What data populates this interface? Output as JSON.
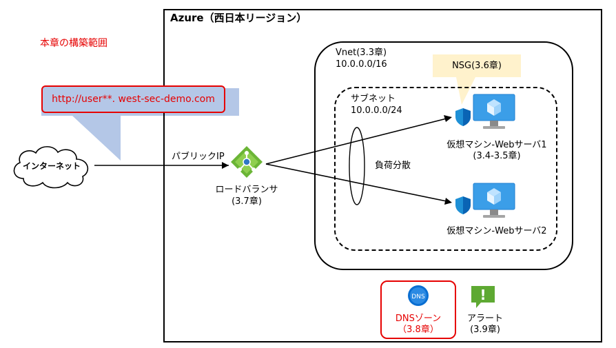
{
  "azure": {
    "title": "Azure（西日本リージョン）"
  },
  "scope_label": "本章の構築範囲",
  "url": "http://user**. west-sec-demo.com",
  "internet": {
    "label": "インターネット"
  },
  "public_ip": {
    "label": "パブリックIP"
  },
  "load_balancer": {
    "label": "ロードバランサ",
    "chapter": "(3.7章)"
  },
  "vnet": {
    "label": "Vnet(3.3章)",
    "cidr": "10.0.0.0/16"
  },
  "subnet": {
    "label": "サブネット",
    "cidr": "10.0.0.0/24"
  },
  "nsg": {
    "label": "NSG(3.6章)"
  },
  "lb_annotation": "負荷分散",
  "vm1": {
    "label": "仮想マシン-Webサーバ1",
    "chapter": "(3.4-3.5章)"
  },
  "vm2": {
    "label": "仮想マシン-Webサーバ2"
  },
  "dns": {
    "icon_text": "DNS",
    "label": "DNSゾーン",
    "chapter": "（3.8章）"
  },
  "alert": {
    "icon_text": "!",
    "label": "アラート",
    "chapter": "(3.9章)"
  },
  "colors": {
    "highlight_red": "#e60000",
    "callout_blue": "#b4c7e7",
    "callout_yellow": "#fff2cc",
    "azure_blue": "#0078d4",
    "lb_green": "#6bb536",
    "alert_green": "#5ea932"
  }
}
